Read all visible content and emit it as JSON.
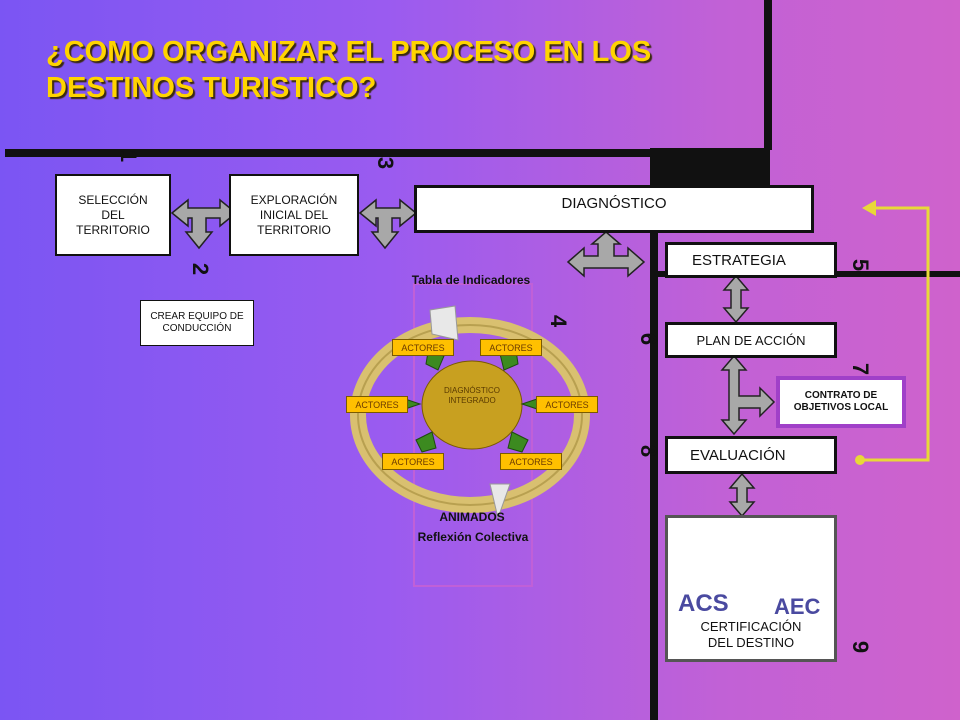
{
  "title": "¿COMO ORGANIZAR EL PROCESO EN LOS DESTINOS TURISTICO?",
  "steps": {
    "s1": "1",
    "s2": "2",
    "s3": "3",
    "s4": "4",
    "s5": "5",
    "s6": "6",
    "s7": "7",
    "s8": "8",
    "s9": "9"
  },
  "boxes": {
    "seleccion": "SELECCIÓN DEL TERRITORIO",
    "exploracion": "EXPLORACIÓN INICIAL DEL TERRITORIO",
    "diagnostico": "DIAGNÓSTICO",
    "crear_equipo": "CREAR EQUIPO DE CONDUCCIÓN",
    "estrategia": "ESTRATEGIA",
    "plan_accion": "PLAN DE ACCIÓN",
    "contrato": "CONTRATO DE OBJETIVOS LOCAL",
    "evaluacion": "EVALUACIÓN",
    "certificacion": "CERTIFICACIÓN DEL DESTINO"
  },
  "cycle": {
    "tabla": "Tabla de Indicadores",
    "center": "DIAGNÓSTICO INTEGRADO",
    "actor_label": "ACTORES",
    "animados": "ANIMADOS",
    "reflexion": "Reflexión Colectiva"
  },
  "logo": {
    "left": "ACS",
    "right": "AEC"
  },
  "colors": {
    "title": "#ffd400",
    "actor": "#ffc000",
    "connector": "#e8d838",
    "arrow": "#a0a0a0"
  }
}
